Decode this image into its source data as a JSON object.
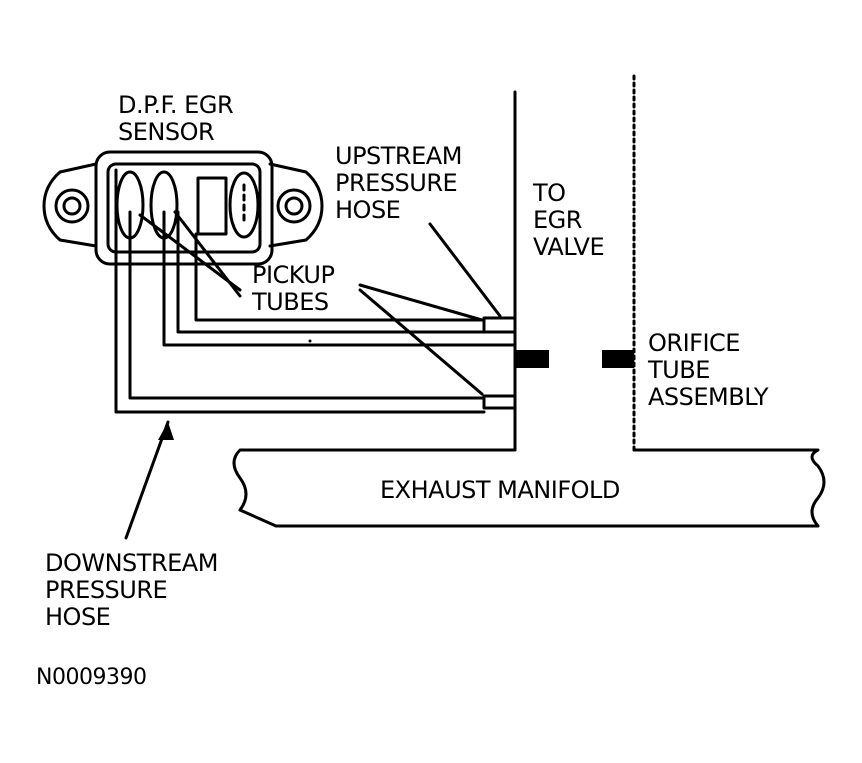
{
  "labels": {
    "sensor": [
      "D.P.F. EGR",
      "SENSOR"
    ],
    "upstream": [
      "UPSTREAM",
      "PRESSURE",
      "HOSE"
    ],
    "to_egr": [
      "TO",
      "EGR",
      "VALVE"
    ],
    "pickup": [
      "PICKUP",
      "TUBES"
    ],
    "orifice": [
      "ORIFICE",
      "TUBE",
      "ASSEMBLY"
    ],
    "exhaust": "EXHAUST MANIFOLD",
    "downstream": [
      "DOWNSTREAM",
      "PRESSURE",
      "HOSE"
    ],
    "figure_id": "N0009390"
  },
  "colors": {
    "ink": "#000000",
    "paper": "#ffffff"
  }
}
